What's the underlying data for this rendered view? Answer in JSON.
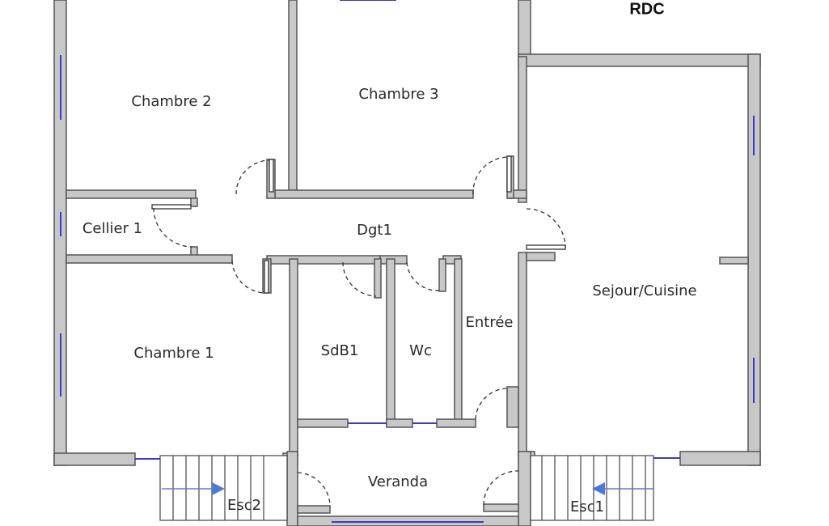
{
  "plan_title": "RDC",
  "rooms": {
    "chambre2": "Chambre 2",
    "chambre3": "Chambre 3",
    "cellier1": "Cellier 1",
    "dgt1": "Dgt1",
    "sejour": "Sejour/Cuisine",
    "entree": "Entrée",
    "sdb1": "SdB1",
    "wc": "Wc",
    "chambre1": "Chambre 1",
    "veranda": "Veranda"
  },
  "stairs": {
    "esc2": "Esc2",
    "esc1": "Esc1"
  },
  "colors": {
    "wall_fill": "#c8c8c8",
    "window": "#3a3ad0",
    "stair_arrow": "#4a78e0"
  }
}
